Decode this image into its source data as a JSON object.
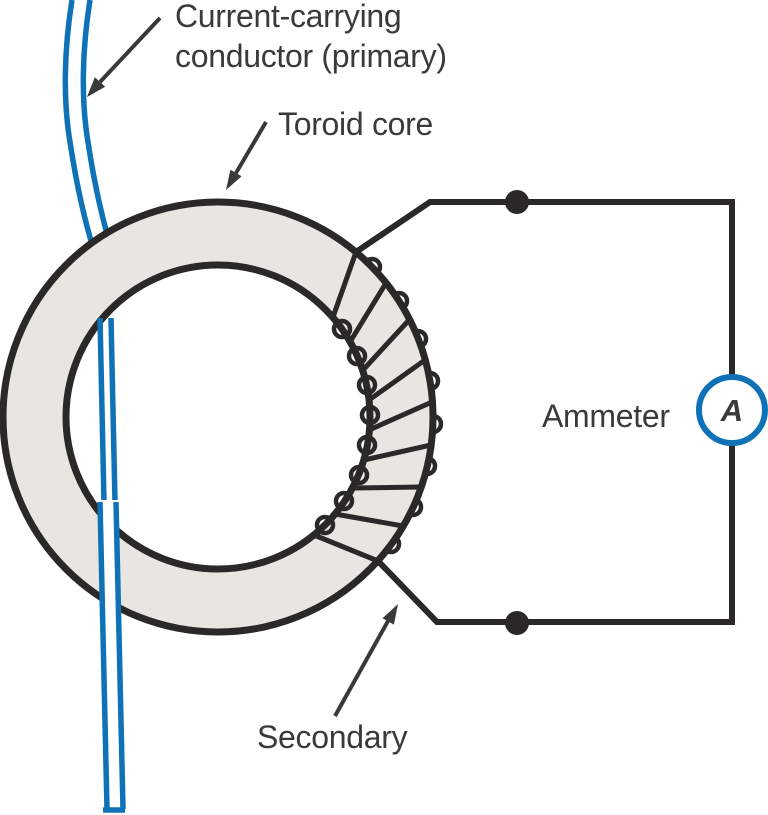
{
  "figure": "current-transformer-toroid-diagram",
  "labels": {
    "primary_line1": "Current-carrying",
    "primary_line2": "conductor (primary)",
    "toroid": "Toroid core",
    "ammeter": "Ammeter",
    "ammeter_symbol": "A",
    "secondary": "Secondary"
  },
  "colors": {
    "conductor_blue": "#0f72b6",
    "outline_dark": "#2a2927",
    "text_dark": "#3a393c",
    "core_fill": "#e8e6e0",
    "background": "#ffffff"
  }
}
